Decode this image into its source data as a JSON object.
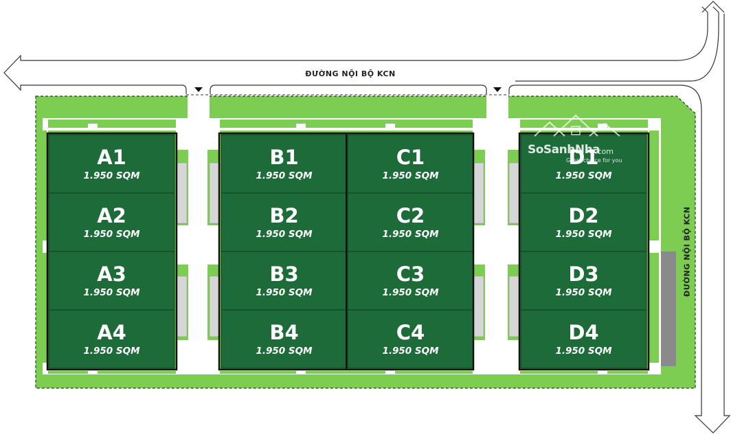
{
  "roads": {
    "top_label": "ĐƯỜNG NỘI BỘ KCN",
    "right_label": "ĐƯỜNG NỘI BỘ KCN"
  },
  "units": [
    {
      "name": "A1",
      "area": "1.950 SQM"
    },
    {
      "name": "A2",
      "area": "1.950 SQM"
    },
    {
      "name": "A3",
      "area": "1.950 SQM"
    },
    {
      "name": "A4",
      "area": "1.950 SQM"
    },
    {
      "name": "B1",
      "area": "1.950 SQM"
    },
    {
      "name": "B2",
      "area": "1.950 SQM"
    },
    {
      "name": "B3",
      "area": "1.950 SQM"
    },
    {
      "name": "B4",
      "area": "1.950 SQM"
    },
    {
      "name": "C1",
      "area": "1.950 SQM"
    },
    {
      "name": "C2",
      "area": "1.950 SQM"
    },
    {
      "name": "C3",
      "area": "1.950 SQM"
    },
    {
      "name": "C4",
      "area": "1.950 SQM"
    },
    {
      "name": "D1",
      "area": "1.950 SQM"
    },
    {
      "name": "D2",
      "area": "1.950 SQM"
    },
    {
      "name": "D3",
      "area": "1.950 SQM"
    },
    {
      "name": "D4",
      "area": "1.950 SQM"
    }
  ],
  "watermark": {
    "brand": "SoSanhNha",
    "suffix": ".com",
    "tagline": "Great choice for you"
  },
  "colors": {
    "lawn": "#7ccd52",
    "unit_fill": "#1e6b3a",
    "block_border": "#111111",
    "road": "#ffffff",
    "loading_dock": "#d6d6d6"
  }
}
